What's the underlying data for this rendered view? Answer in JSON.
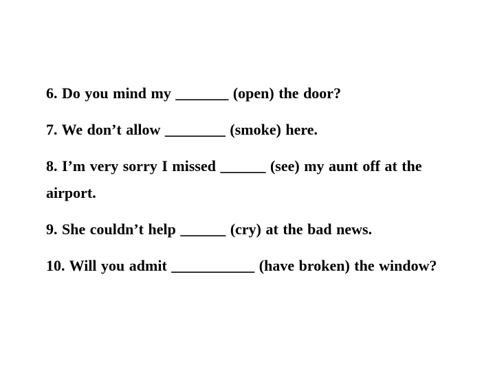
{
  "page": {
    "background_color": "#ffffff",
    "text_color": "#000000"
  },
  "exercise": {
    "lines": [
      "6. Do you mind my _______ (open) the door?",
      "7. We don’t allow ________ (smoke) here.",
      "8. I’m very sorry I missed ______ (see) my aunt off at the",
      "airport.",
      "9. She couldn’t help ______ (cry) at the bad news.",
      "10. Will you admit ___________ (have broken) the window?"
    ]
  }
}
